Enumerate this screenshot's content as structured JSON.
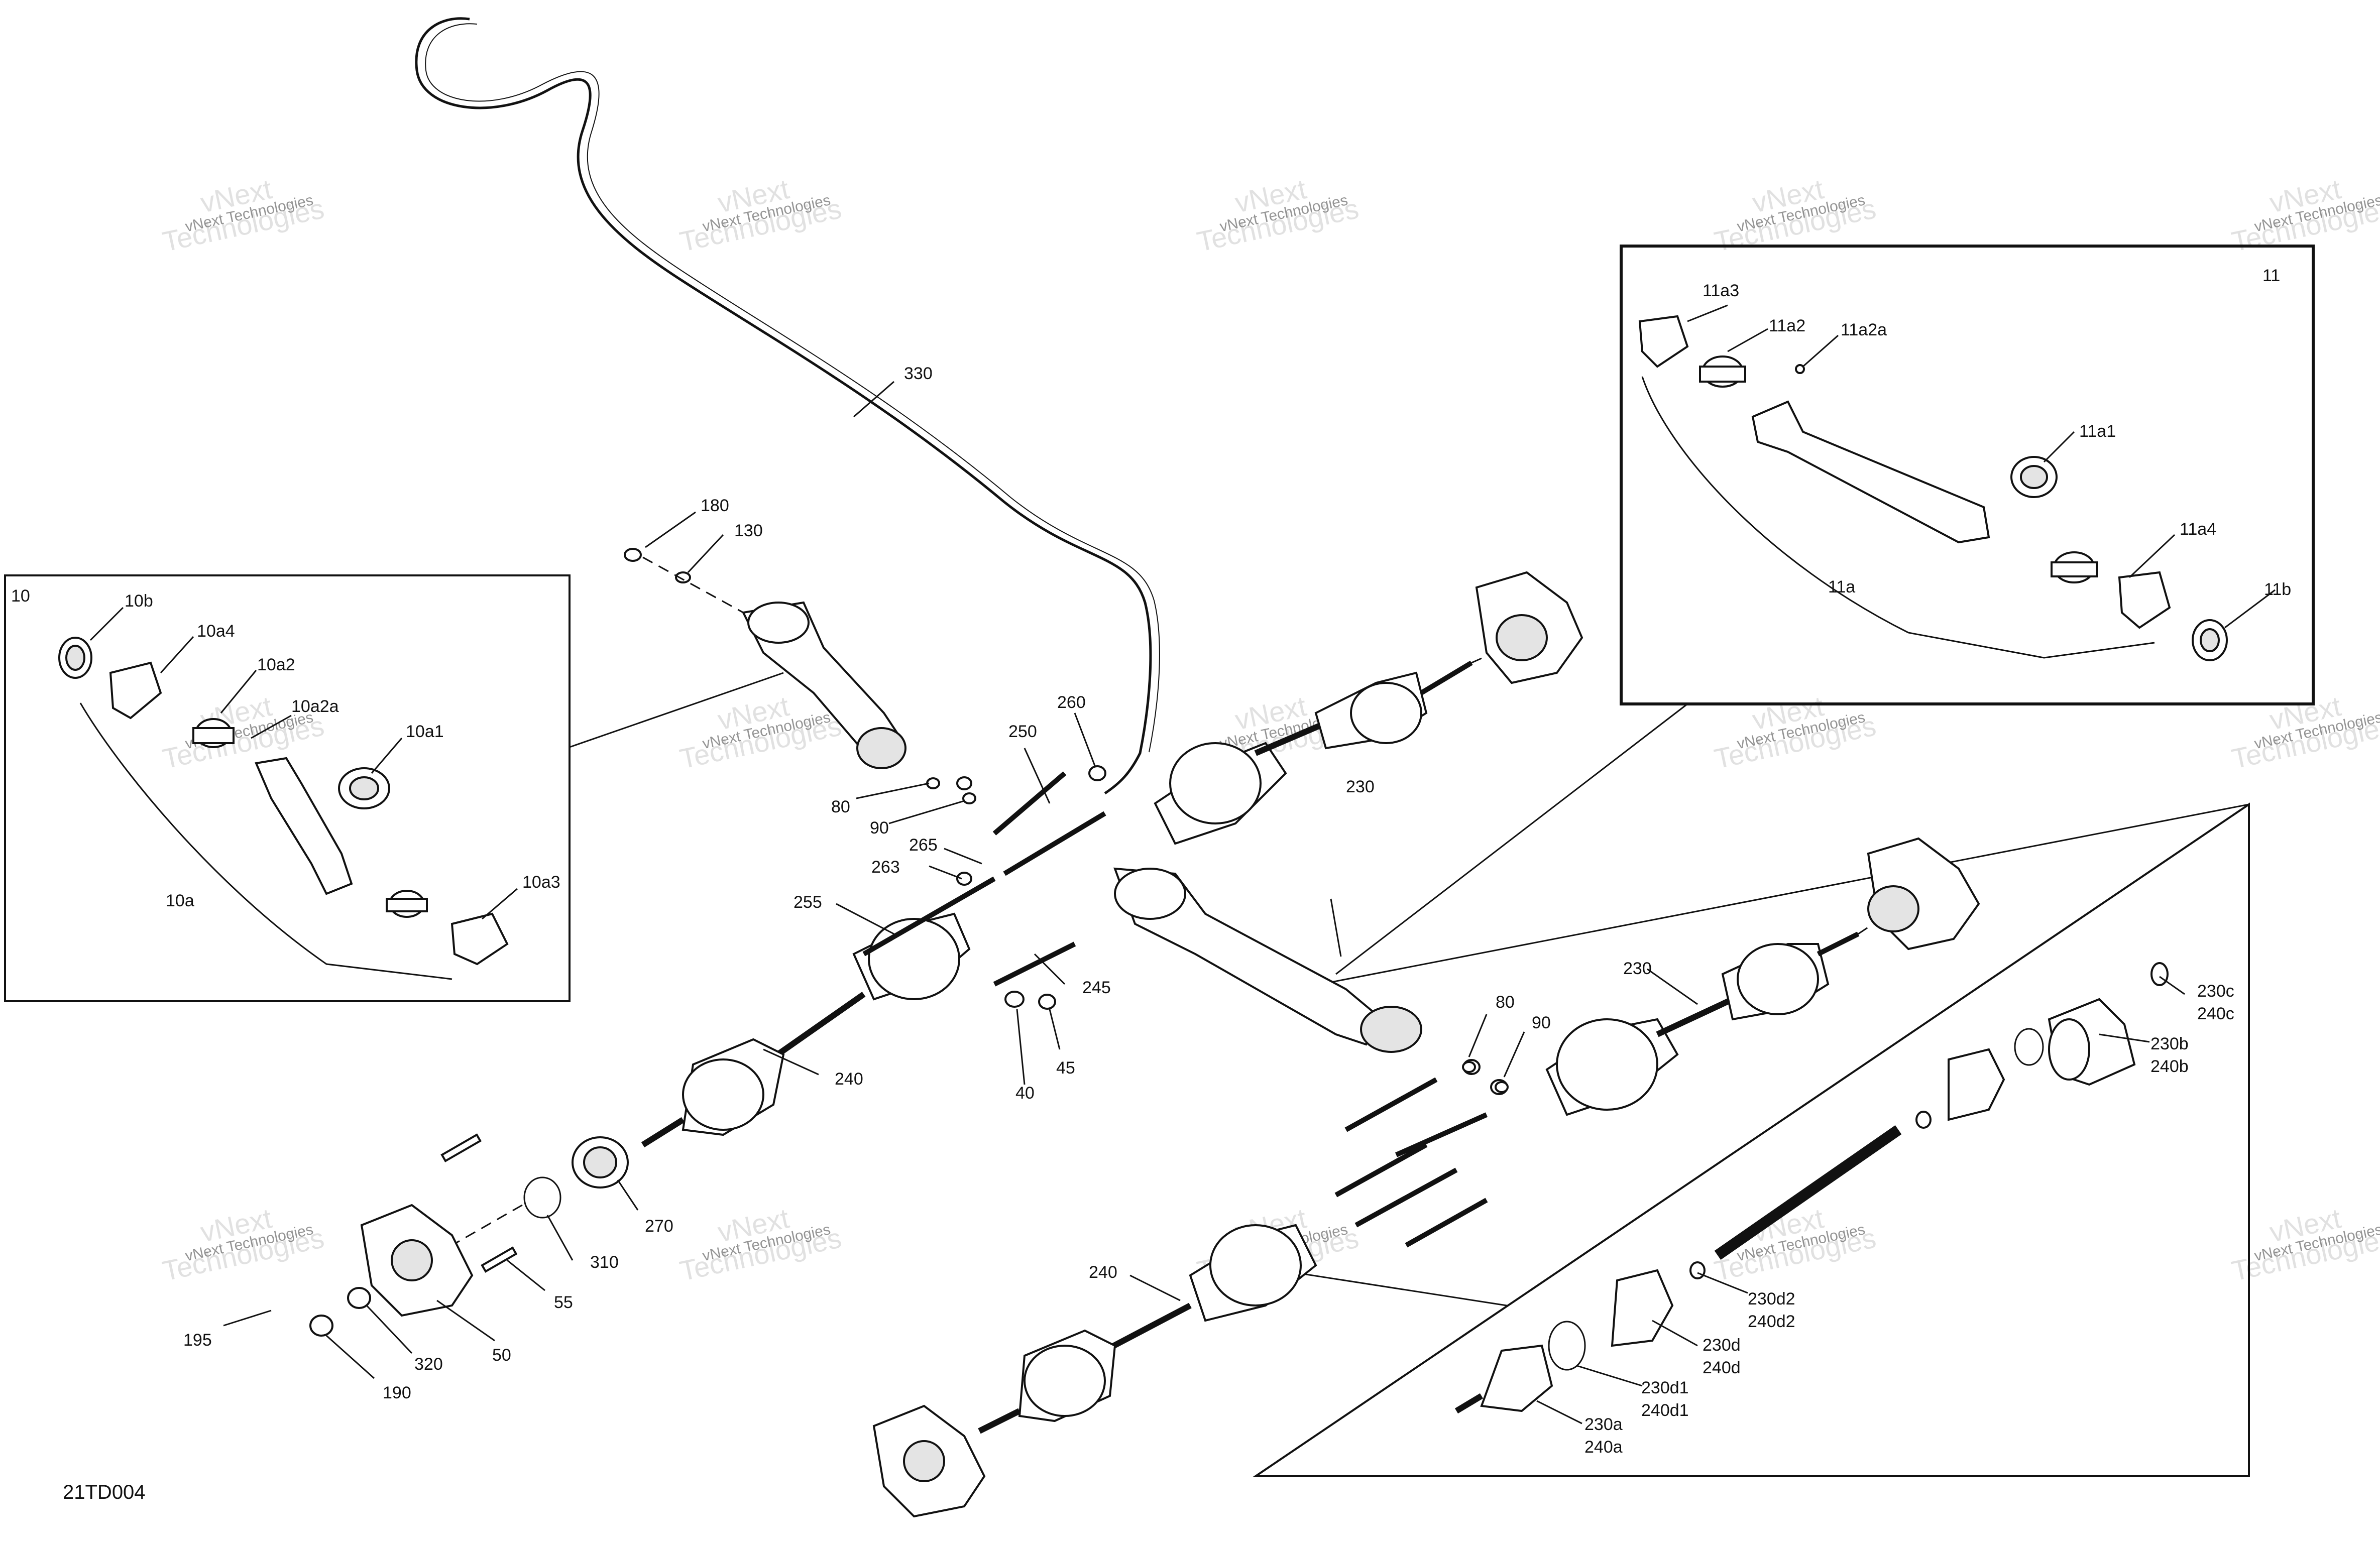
{
  "diagram_code": "21TD004",
  "watermark": {
    "line1": "vNext",
    "line2": "Technologies",
    "small": "vNext Technologies"
  },
  "callouts": [
    {
      "id": "c330",
      "text": "330"
    },
    {
      "id": "c180",
      "text": "180"
    },
    {
      "id": "c130",
      "text": "130"
    },
    {
      "id": "c10",
      "text": "10"
    },
    {
      "id": "c10b",
      "text": "10b"
    },
    {
      "id": "c10a4",
      "text": "10a4"
    },
    {
      "id": "c10a2",
      "text": "10a2"
    },
    {
      "id": "c10a2a",
      "text": "10a2a"
    },
    {
      "id": "c10a1",
      "text": "10a1"
    },
    {
      "id": "c10a",
      "text": "10a"
    },
    {
      "id": "c10a3",
      "text": "10a3"
    },
    {
      "id": "c260",
      "text": "260"
    },
    {
      "id": "c250",
      "text": "250"
    },
    {
      "id": "c80a",
      "text": "80"
    },
    {
      "id": "c90a",
      "text": "90"
    },
    {
      "id": "c265",
      "text": "265"
    },
    {
      "id": "c263",
      "text": "263"
    },
    {
      "id": "c255",
      "text": "255"
    },
    {
      "id": "c245",
      "text": "245"
    },
    {
      "id": "c45",
      "text": "45"
    },
    {
      "id": "c40",
      "text": "40"
    },
    {
      "id": "c240a",
      "text": "240"
    },
    {
      "id": "c270",
      "text": "270"
    },
    {
      "id": "c310",
      "text": "310"
    },
    {
      "id": "c55",
      "text": "55"
    },
    {
      "id": "c195",
      "text": "195"
    },
    {
      "id": "c320",
      "text": "320"
    },
    {
      "id": "c50",
      "text": "50"
    },
    {
      "id": "c190",
      "text": "190"
    },
    {
      "id": "c230a",
      "text": "230"
    },
    {
      "id": "c80b",
      "text": "80"
    },
    {
      "id": "c90b",
      "text": "90"
    },
    {
      "id": "c230b",
      "text": "230"
    },
    {
      "id": "c240b",
      "text": "240"
    },
    {
      "id": "c11",
      "text": "11"
    },
    {
      "id": "c11a3",
      "text": "11a3"
    },
    {
      "id": "c11a2",
      "text": "11a2"
    },
    {
      "id": "c11a2a",
      "text": "11a2a"
    },
    {
      "id": "c11a1",
      "text": "11a1"
    },
    {
      "id": "c11a4",
      "text": "11a4"
    },
    {
      "id": "c11a",
      "text": "11a"
    },
    {
      "id": "c11b",
      "text": "11b"
    },
    {
      "id": "c230c",
      "text": "230c"
    },
    {
      "id": "c240c",
      "text": "240c"
    },
    {
      "id": "c230bb",
      "text": "230b"
    },
    {
      "id": "c240bb",
      "text": "240b"
    },
    {
      "id": "c230d2",
      "text": "230d2"
    },
    {
      "id": "c240d2",
      "text": "240d2"
    },
    {
      "id": "c230d",
      "text": "230d"
    },
    {
      "id": "c240d",
      "text": "240d"
    },
    {
      "id": "c230d1",
      "text": "230d1"
    },
    {
      "id": "c240d1",
      "text": "240d1"
    },
    {
      "id": "c230aa",
      "text": "230a"
    },
    {
      "id": "c240aa",
      "text": "240a"
    }
  ]
}
